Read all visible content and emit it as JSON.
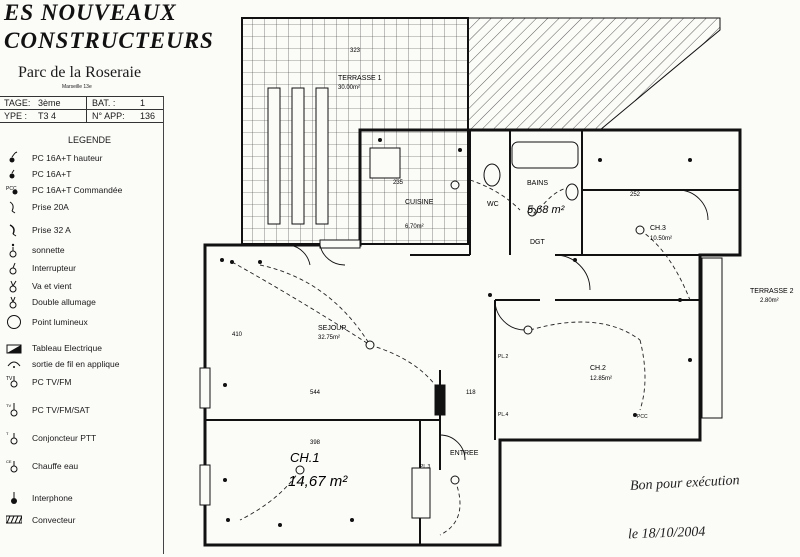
{
  "header": {
    "brand_line1": "ES NOUVEAUX",
    "brand_line2": "CONSTRUCTEURS",
    "project": "Parc de la Roseraie",
    "project_sub": "Marseille 13e"
  },
  "info": {
    "etage_label": "TAGE:",
    "etage_value": "3ème",
    "bat_label": "BAT. :",
    "bat_value": "1",
    "type_label": "YPE :",
    "type_value": "T3 4",
    "app_label": "N° APP:",
    "app_value": "136"
  },
  "legend": {
    "title": "LEGENDE",
    "items": [
      {
        "icon": "outlet-high-icon",
        "label": "PC 16A+T hauteur"
      },
      {
        "icon": "outlet-icon",
        "label": "PC 16A+T"
      },
      {
        "icon": "outlet-controlled-icon",
        "label": "PC 16A+T Commandée"
      },
      {
        "icon": "socket-20a-icon",
        "label": "Prise 20A"
      },
      {
        "icon": "socket-32a-icon",
        "label": "Prise 32 A"
      },
      {
        "icon": "bell-icon",
        "label": "sonnette"
      },
      {
        "icon": "switch-icon",
        "label": "Interrupteur"
      },
      {
        "icon": "two-way-switch-icon",
        "label": "Va et vient"
      },
      {
        "icon": "double-switch-icon",
        "label": "Double allumage"
      },
      {
        "icon": "light-point-icon",
        "label": "Point lumineux"
      },
      {
        "icon": "electrical-panel-icon",
        "label": "Tableau Electrique"
      },
      {
        "icon": "wall-outlet-wire-icon",
        "label": "sortie de fil en applique"
      },
      {
        "icon": "tv-fm-icon",
        "label": "PC TV/FM"
      },
      {
        "icon": "tv-fm-sat-icon",
        "label": "PC TV/FM/SAT"
      },
      {
        "icon": "ptt-connector-icon",
        "label": "Conjoncteur PTT"
      },
      {
        "icon": "water-heater-icon",
        "label": "Chauffe eau"
      },
      {
        "icon": "intercom-icon",
        "label": "Interphone"
      },
      {
        "icon": "convector-icon",
        "label": "Convecteur"
      }
    ]
  },
  "plan": {
    "rooms": [
      {
        "name": "TERRASSE 1",
        "area": "30.00m²"
      },
      {
        "name": "CUISINE",
        "area": "6.70m²"
      },
      {
        "name": "WC",
        "area": ""
      },
      {
        "name": "BAINS",
        "area": "5,68 m²"
      },
      {
        "name": "DGT",
        "area": ""
      },
      {
        "name": "CH.3",
        "area": "10.50m²"
      },
      {
        "name": "TERRASSE 2",
        "area": "2.80m²"
      },
      {
        "name": "SEJOUR",
        "area": "32.75m²"
      },
      {
        "name": "CH.2",
        "area": "12.85m²"
      },
      {
        "name": "CH.1",
        "area": "14,67 m²"
      },
      {
        "name": "ENTREE",
        "area": ""
      }
    ],
    "dimensions": [
      "323",
      "252",
      "544",
      "398",
      "410",
      "235",
      "118"
    ],
    "small_labels": [
      "PL.2",
      "PL.4",
      "PL.3",
      "PCC"
    ]
  },
  "annotations": {
    "approval": "Bon pour exécution",
    "date": "le 18/10/2004"
  }
}
